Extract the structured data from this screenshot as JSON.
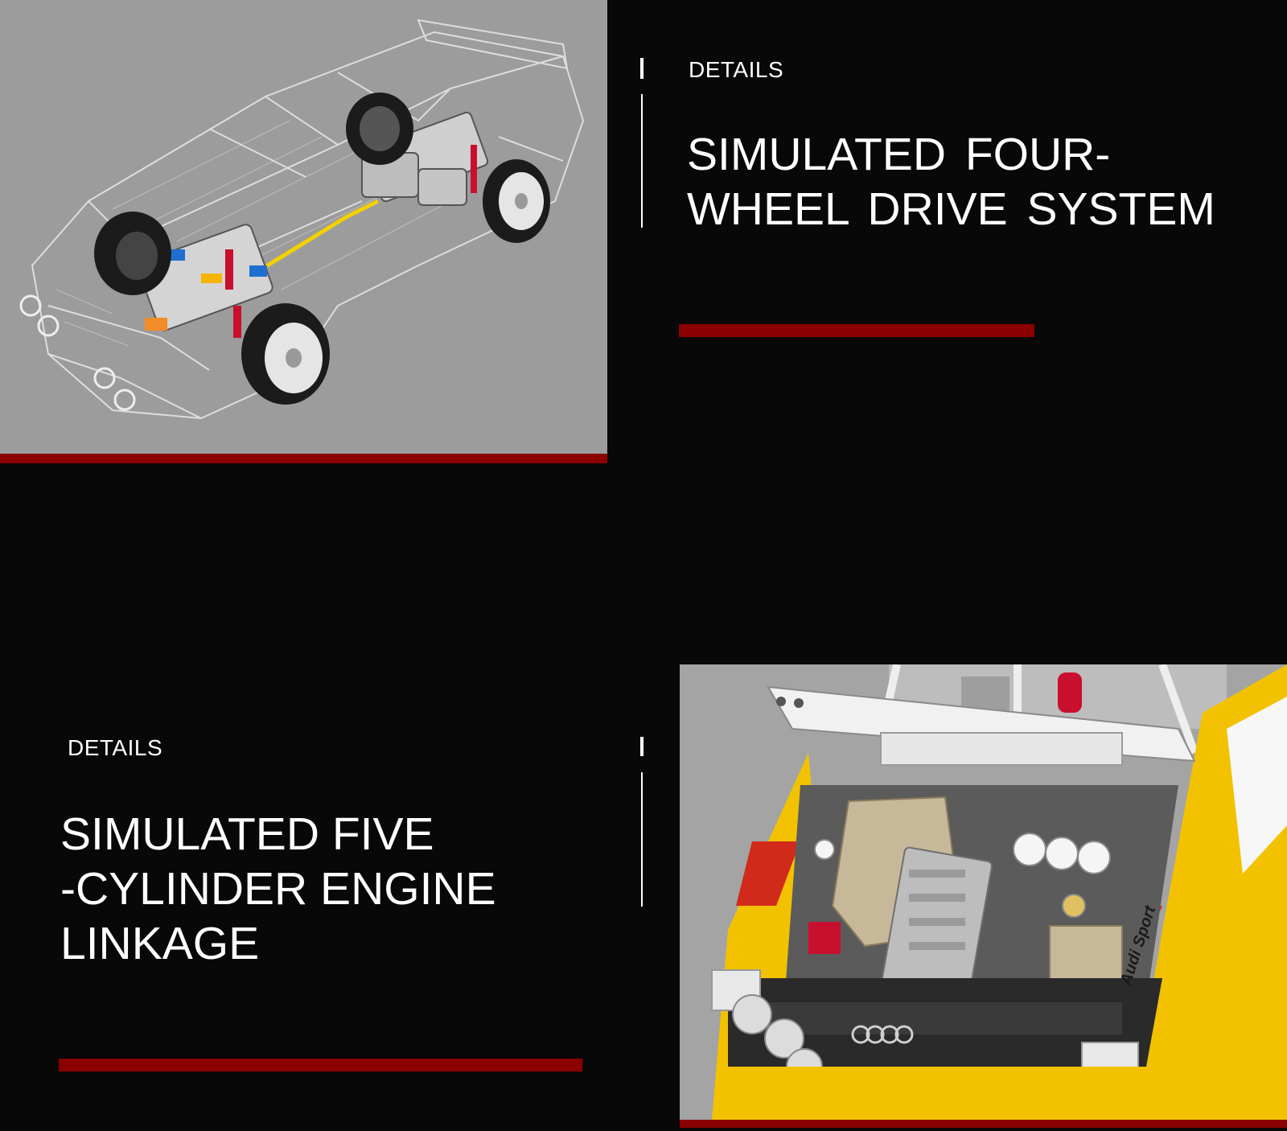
{
  "section_top": {
    "label": "DETAILS",
    "title_lines": [
      "SIMULATED FOUR-",
      "WHEEL DRIVE SYSTEM"
    ],
    "image_subject": "transparent-car-chassis-with-four-wheel-drive"
  },
  "section_bottom": {
    "label": "DETAILS",
    "title_lines": [
      "SIMULATED FIVE",
      "-CYLINDER ENGINE",
      "LINKAGE"
    ],
    "image_subject": "rally-car-engine-bay-open-hood",
    "decal_text": "Audi Sport"
  },
  "colors": {
    "background": "#080808",
    "accent_red": "#8b0000",
    "text": "#ffffff",
    "photo_gray_top": "#9c9c9c",
    "photo_gray_bottom": "#a4a4a4",
    "car_yellow": "#f2c200"
  }
}
